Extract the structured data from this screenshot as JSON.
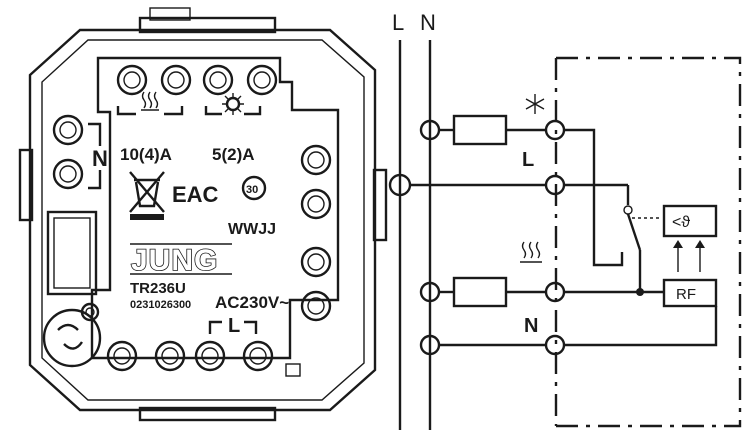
{
  "device": {
    "brand": "JUNG",
    "model": "TR236U",
    "serial": "0231026300",
    "voltage": "AC230V~",
    "code": "WWJJ",
    "terminal_n": "N",
    "terminal_l": "L",
    "rating_heat": "10(4)A",
    "rating_cool": "5(2)A",
    "eac": "EAC",
    "temp_badge": "30"
  },
  "wiring": {
    "bus_l": "L",
    "bus_n": "N",
    "term_l": "L",
    "term_n": "N",
    "sensor": "<ϑ",
    "rf": "RF"
  }
}
